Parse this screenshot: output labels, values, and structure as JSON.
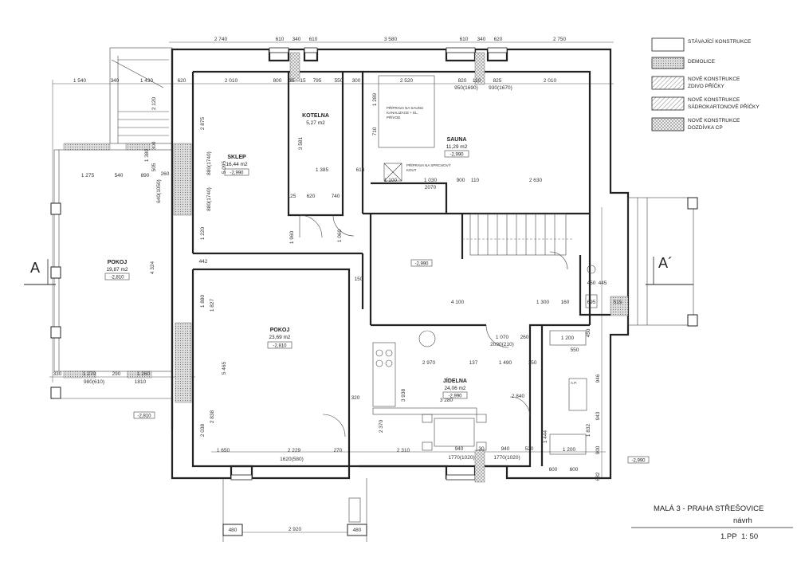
{
  "legend": [
    {
      "label": "STÁVAJÍCÍ KONSTRUKCE",
      "pattern": "plain"
    },
    {
      "label": "DEMOLICE",
      "pattern": "dots"
    },
    {
      "label": "NOVÉ KONSTRUKCE",
      "label2": "ZDIVO PŘÍČKY",
      "pattern": "hatch"
    },
    {
      "label": "NOVÉ KONSTRUKCE",
      "label2": "SÁDROKARTONOVÉ PŘÍČKY",
      "pattern": "hatch"
    },
    {
      "label": "NOVÉ KONSTRUKCE",
      "label2": "DOZDÍVKA CP",
      "pattern": "cross"
    }
  ],
  "rooms": [
    {
      "name": "SKLEP",
      "area": "16,44 m2",
      "level": "-2,990"
    },
    {
      "name": "KOTELNA",
      "area": "5,27 m2"
    },
    {
      "name": "SAUNA",
      "area": "11,29 m2",
      "level": "-2,990"
    },
    {
      "name": "POKOJ",
      "area": "19,87 m2",
      "level": "-2,810"
    },
    {
      "name": "POKOJ",
      "area": "23,69 m2",
      "level": "-2,810"
    },
    {
      "name": "JÍDELNA",
      "area": "24,06 m2",
      "level": "-2,990"
    }
  ],
  "levels": {
    "corridor": "-2,990",
    "outside_left": "-2,810",
    "outside_right": "-2,990"
  },
  "notes": {
    "sauna_prep": "PŘÍPRAVA NA SAUNU",
    "sauna_prep2": "KANALIZACE + EL.",
    "sauna_prep3": "PŘÍVOD",
    "shower_prep": "PŘÍPRAVA NA SPRCHOVÝ",
    "shower_prep2": "KOUT",
    "ap": "A.P."
  },
  "section_marks": {
    "left": "A",
    "right": "A´"
  },
  "dims_top": [
    "2 740",
    "610",
    "340",
    "610",
    "3 580",
    "610",
    "340",
    "620",
    "2 750"
  ],
  "dims_row2": [
    "1 540",
    "340",
    "1 430",
    "620",
    "2 010",
    "800",
    "35",
    "15",
    "795",
    "550",
    "300",
    "2 520",
    "820",
    "110",
    "825",
    "2 010"
  ],
  "dims_row2b": [
    "950(1690)",
    "930(1670)"
  ],
  "dims_misc": {
    "d1275": "1 275",
    "d540": "540",
    "d890": "890",
    "d260": "260",
    "d1385": "1 385",
    "d613": "613",
    "d1100": "1 100",
    "d1030": "1 030",
    "d2070": "2070",
    "d900": "900",
    "d110b": "110",
    "d2630": "2 630",
    "d620": "620",
    "d740": "740",
    "d125": "125",
    "d4100": "4 100",
    "d1300": "1 300",
    "d160": "160",
    "d450": "450",
    "d445": "445",
    "d695": "695",
    "d515": "515",
    "d1070": "1 070",
    "d2090": "2090(210)",
    "d260b": "260",
    "d2970": "2 970",
    "d137": "137",
    "d1490": "1 490",
    "d150": "150",
    "d1200": "1 200",
    "d550": "550",
    "d3280": "3 280",
    "d2840": "2 840",
    "d320": "320",
    "d2310": "2 310",
    "d940a": "940",
    "d30": "30",
    "d940b": "940",
    "d520": "520",
    "d1770a": "1770(1020)",
    "d1770b": "1770(1020)",
    "d1200b": "1 200",
    "d600a": "600",
    "d600b": "600",
    "d1650": "1 650",
    "d2229": "2 229",
    "d270": "270",
    "d1620": "1620(580)",
    "d330": "330",
    "d1270": "1 270",
    "d290": "290",
    "d1260": "1 260",
    "d980": "980(610)",
    "d1810": "1810",
    "d480a": "480",
    "d2920": "2 920",
    "d480b": "480",
    "d150b": "150",
    "d442": "442"
  },
  "dims_vertical": [
    "2 120",
    "300",
    "1 380",
    "505",
    "640(1050)",
    "2 875",
    "5 095",
    "880(1740)",
    "880(1740)",
    "1 220",
    "3 581",
    "1 289",
    "710",
    "1 960",
    "1 060",
    "4 324",
    "1 880",
    "1 827",
    "5 465",
    "2 838",
    "2 038",
    "3 938",
    "2 370",
    "1 832",
    "943",
    "946",
    "900",
    "682",
    "450",
    "1 444"
  ],
  "title_block": {
    "project": "MALÁ 3 - PRAHA STŘEŠOVICE",
    "stage": "návrh",
    "sheet": "1.PP",
    "scale": "1: 50"
  }
}
